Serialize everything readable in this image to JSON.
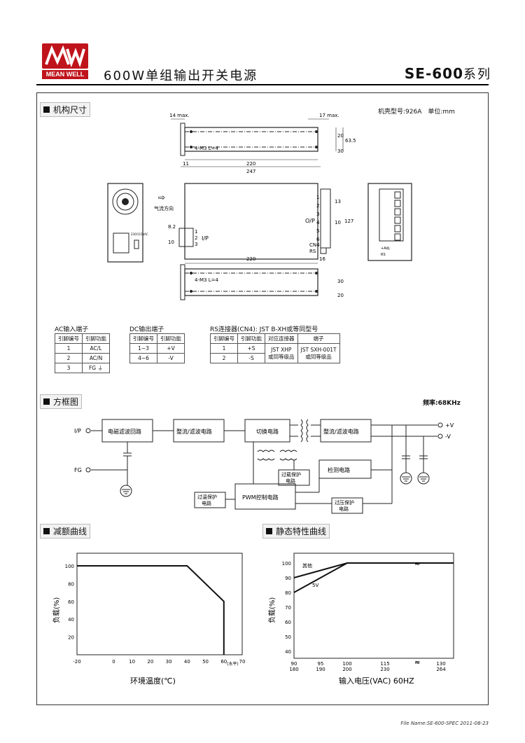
{
  "header": {
    "logo_text": "MEAN WELL",
    "title": "600W单组输出开关电源",
    "series_model": "SE-600",
    "series_suffix": "系列"
  },
  "sections": {
    "mechanical": "机构尺寸",
    "block_diagram": "方框图",
    "derating": "减额曲线",
    "static": "静态特性曲线"
  },
  "mechanical": {
    "case_info": "机壳型号:926A　单位:mm",
    "dims": {
      "d14": "14 max.",
      "d17": "17 max.",
      "d20a": "20",
      "d30a": "30",
      "d63": "63.5",
      "d11": "11",
      "d220a": "220",
      "d247": "247",
      "screw_top": "4-M3 L=4",
      "airflow": "气流方向",
      "d8": "8.2",
      "d10a": "10",
      "ip": "I/P",
      "op": "O/P",
      "d13": "13",
      "d10b": "10",
      "d127": "127",
      "cn4": "CN4",
      "rs": "RS",
      "d220b": "220",
      "d16": "16",
      "screw_bottom": "4-M3 L=4",
      "d30b": "30",
      "d20b": "20",
      "ac_label": "230/115VAC",
      "pins_left": [
        "1",
        "2",
        "3"
      ],
      "pins_right": [
        "1",
        "2",
        "3",
        "4",
        "5",
        "6"
      ],
      "adj": "+Adj.",
      "rs_small": "RS"
    },
    "ac_table": {
      "title": "AC输入端子",
      "headers": [
        "引脚编号",
        "引脚功能"
      ],
      "rows": [
        [
          "1",
          "AC/L"
        ],
        [
          "2",
          "AC/N"
        ],
        [
          "3",
          "FG ⏚"
        ]
      ]
    },
    "dc_table": {
      "title": "DC输出端子",
      "headers": [
        "引脚编号",
        "引脚功能"
      ],
      "rows": [
        [
          "1~3",
          "+V"
        ],
        [
          "4~6",
          "-V"
        ]
      ]
    },
    "rs_table": {
      "title": "RS连接器(CN4): JST B-XH或等同型号",
      "headers": [
        "引脚编号",
        "引脚功能",
        "对应连接器",
        "端子"
      ],
      "rows": [
        [
          "1",
          "+S"
        ],
        [
          "2",
          "-S"
        ]
      ],
      "connector": [
        "JST XHP",
        "或同等级品"
      ],
      "terminal": [
        "JST SXH-001T",
        "或同等级品"
      ]
    }
  },
  "block": {
    "freq": "频率:68KHz",
    "ip": "I/P",
    "fg": "FG",
    "emi": "电磁滤波回路",
    "rect1": "整流/滤波电路",
    "switch": "切换电路",
    "rect2": "整流/滤波电路",
    "detect": "检测电路",
    "olp": [
      "过载保护",
      "电路"
    ],
    "pwm": "PWM控制电路",
    "otp": [
      "过温保护",
      "电路"
    ],
    "ovp": [
      "过压保护",
      "电路"
    ],
    "vplus": "+V",
    "vminus": "-V"
  },
  "derating_chart": {
    "ylabel": "负载(%)",
    "xlabel": "环境温度(℃)",
    "horizontal": "(水平)"
  },
  "static_chart": {
    "ylabel": "负载(%)",
    "xlabel": "输入电压(VAC) 60HZ",
    "label_other": "其他",
    "label_5v": "5V"
  },
  "chart_data": [
    {
      "type": "line",
      "x": [
        -20,
        40,
        60,
        60
      ],
      "y": [
        100,
        100,
        60,
        0
      ],
      "xlabel": "环境温度(℃)",
      "ylabel": "负载(%)",
      "xticks": [
        "-20",
        "0",
        "10",
        "20",
        "30",
        "40",
        "50",
        "60",
        "70"
      ],
      "yticks": [
        "20",
        "40",
        "60",
        "80",
        "100"
      ],
      "xlim": [
        -20,
        70
      ],
      "ylim": [
        0,
        100
      ]
    },
    {
      "type": "line",
      "xticks_top": [
        "90",
        "95",
        "100",
        "115",
        "130"
      ],
      "xticks_bottom": [
        "180",
        "190",
        "200",
        "230",
        "264"
      ],
      "yticks": [
        "40",
        "50",
        "60",
        "70",
        "80",
        "90",
        "100"
      ],
      "xlabel": "输入电压(VAC) 60HZ",
      "ylabel": "负载(%)",
      "ylim": [
        40,
        100
      ],
      "series": [
        {
          "name": "其他",
          "x": [
            90,
            100,
            130
          ],
          "y": [
            90,
            100,
            100
          ]
        },
        {
          "name": "5V",
          "x": [
            90,
            100,
            130
          ],
          "y": [
            80,
            100,
            100
          ]
        }
      ]
    }
  ],
  "footer": "File Name:SE-600-SPEC   2011-08-23"
}
